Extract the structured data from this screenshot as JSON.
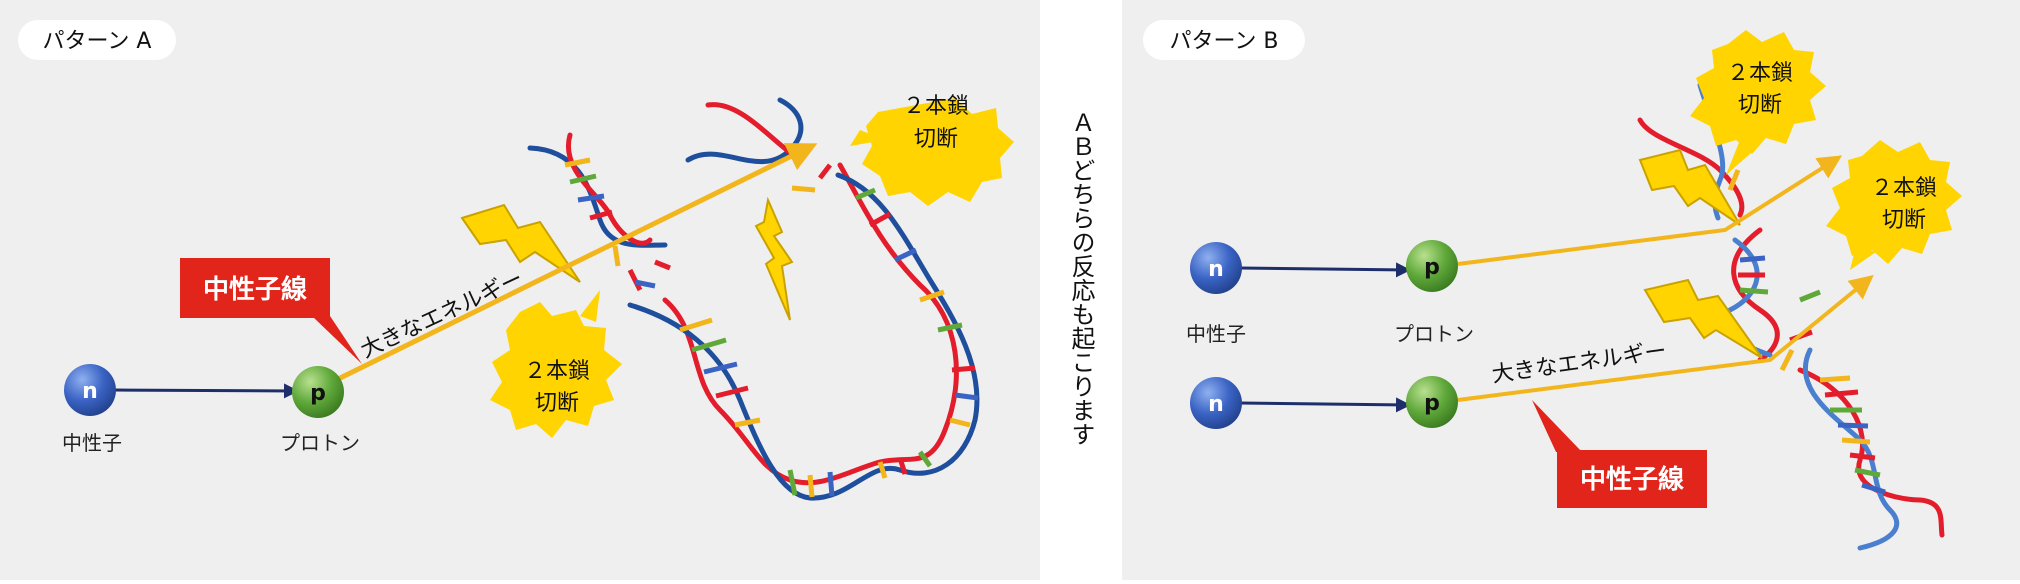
{
  "panel_a": {
    "label": "パターン A",
    "neutron": "n",
    "neutron_caption": "中性子",
    "proton": "p",
    "proton_caption": "プロトン",
    "beam_label": "中性子線",
    "energy_label": "大きなエネルギー",
    "break_top": [
      "２本鎖",
      "切断"
    ],
    "break_bottom": [
      "２本鎖",
      "切断"
    ]
  },
  "panel_b": {
    "label": "パターン B",
    "neutron_1": "n",
    "neutron_2": "n",
    "neutron_caption": "中性子",
    "proton_1": "p",
    "proton_2": "p",
    "proton_caption": "プロトン",
    "beam_label": "中性子線",
    "energy_label": "大きなエネルギー",
    "break_top": [
      "２本鎖",
      "切断"
    ],
    "break_right": [
      "２本鎖",
      "切断"
    ]
  },
  "middle_caption": "ＡＢどちらの反応も起こります",
  "colors": {
    "panel_bg": "#efefef",
    "neutron": "#3a63c4",
    "proton": "#5fa83a",
    "beam": "#f2b51c",
    "neutron_path": "#1e2e6a",
    "label_red": "#e1251b",
    "burst": "#ffd400",
    "lightning": "#ffd400",
    "dna_strand_a": "#e31d2b",
    "dna_strand_b": "#1f4e9c",
    "dna_strand_b_light": "#4a7fd0",
    "base_colors": [
      "#f2b51c",
      "#5fa83a",
      "#3a63c4",
      "#e31d2b"
    ]
  }
}
